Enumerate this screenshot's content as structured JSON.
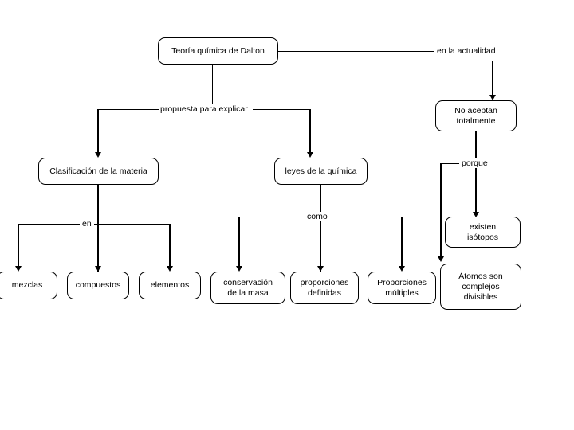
{
  "diagram": {
    "title_node": {
      "label": "Teoría química de Dalton"
    },
    "nodes": [
      {
        "id": "dalton",
        "label": "Teoría química de Dalton"
      },
      {
        "id": "no-aceptan",
        "line1": "No aceptan",
        "line2": "totalmente"
      },
      {
        "id": "clasificacion",
        "label": "Clasificación de la materia"
      },
      {
        "id": "leyes",
        "label": "leyes de la química"
      },
      {
        "id": "isotopos",
        "line1": "existen",
        "line2": "isótopos"
      },
      {
        "id": "atomos",
        "line1": "Átomos son",
        "line2": "complejos",
        "line3": "divisibles"
      },
      {
        "id": "mezclas",
        "label": "mezclas"
      },
      {
        "id": "compuestos",
        "label": "compuestos"
      },
      {
        "id": "elementos",
        "label": "elementos"
      },
      {
        "id": "conservacion",
        "line1": "conservación",
        "line2": "de la masa"
      },
      {
        "id": "proporciones-definidas",
        "line1": "proporciones",
        "line2": "definidas"
      },
      {
        "id": "proporciones-multiples",
        "line1": "Proporciones",
        "line2": "múltiples"
      }
    ],
    "edge_labels": [
      {
        "id": "en-la-actualidad",
        "text": "en la actualidad"
      },
      {
        "id": "propuesta-para-explicar",
        "text": "propuesta para explicar"
      },
      {
        "id": "porque",
        "text": "porque"
      },
      {
        "id": "en",
        "text": "en"
      },
      {
        "id": "como",
        "text": "como"
      }
    ],
    "colors": {
      "background": "#ffffff",
      "stroke": "#000000",
      "text": "#000000"
    }
  }
}
